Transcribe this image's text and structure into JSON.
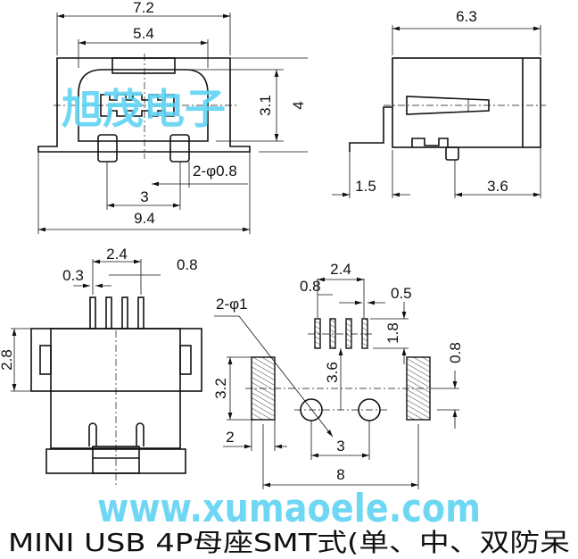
{
  "title": "MINI USB 4P母座SMT式(单、中、双防呆",
  "watermark": {
    "company": "旭茂电子",
    "url": "www.xumaoele.com",
    "color": "#5fd3f3"
  },
  "front_view": {
    "width_outer": "7.2",
    "width_inner": "5.4",
    "height_inner": "3.1",
    "height_outer": "4",
    "peg_holes": "2-φ0.8",
    "peg_pitch": "3",
    "flange_width": "9.4"
  },
  "side_view": {
    "depth": "6.3",
    "pin_offset": "1.5",
    "pin_to_back": "3.6"
  },
  "bottom_view": {
    "pin_span": "2.4",
    "pin_pitch": "0.8",
    "pin_width": "0.3",
    "flange_height": "2.8"
  },
  "footprint": {
    "holes": "2-φ1",
    "pad_pitch_span": "2.4",
    "pad_pitch": "0.8",
    "pad_width": "0.5",
    "pad_length": "1.8",
    "pad_to_hole": "3.6",
    "hole_offset": "0.8",
    "mount_pad_height": "3.2",
    "mount_pad_width": "2",
    "hole_pitch": "3",
    "mount_pad_span": "8"
  }
}
